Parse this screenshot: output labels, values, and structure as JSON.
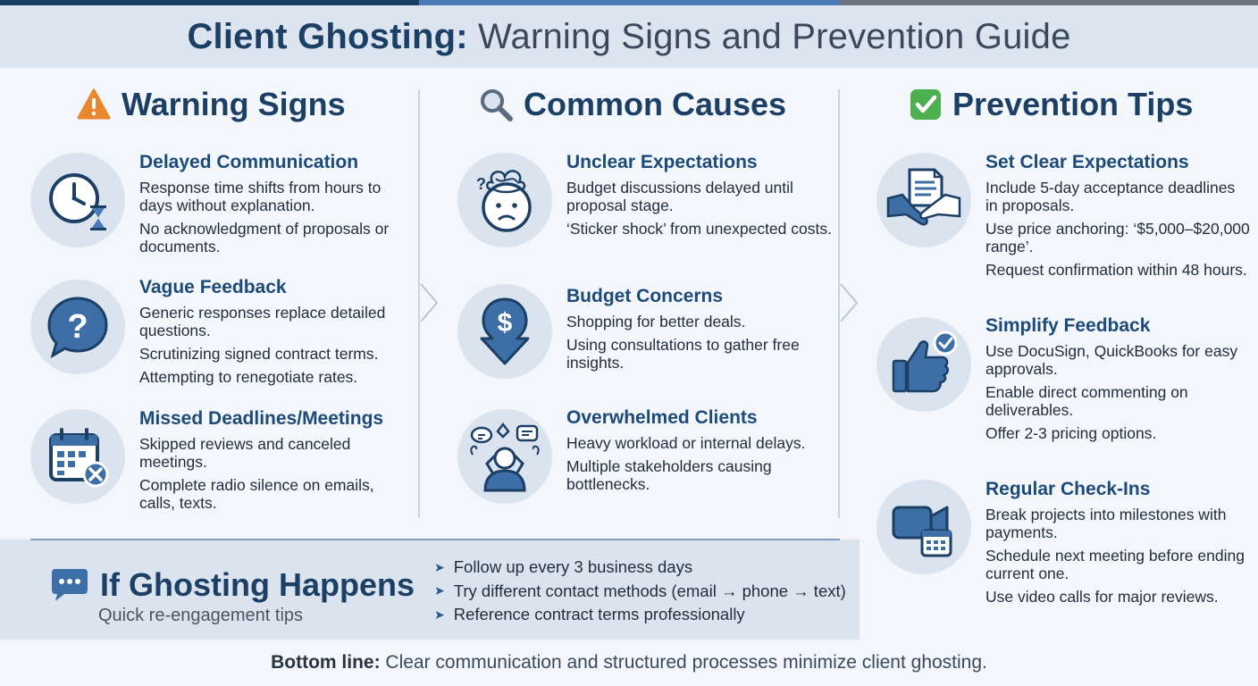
{
  "header": {
    "title_bold": "Client Ghosting:",
    "title_rest": " Warning Signs and Prevention Guide"
  },
  "colors": {
    "stripe": [
      "#1c3f66",
      "#4a7bb7",
      "#6b7480"
    ],
    "navy": "#1c3f66",
    "warning": "#e8872e",
    "check": "#4caf50"
  },
  "columns": [
    {
      "heading": "Warning Signs",
      "icon": "warning-icon",
      "items": [
        {
          "icon": "clock-hourglass-icon",
          "title": "Delayed Communication",
          "paras": [
            "Response time shifts from hours to days without explanation.",
            "No acknowledgment of proposals or documents."
          ]
        },
        {
          "icon": "question-bubble-icon",
          "title": "Vague Feedback",
          "paras": [
            "Generic responses replace detailed questions.",
            "Scrutinizing signed contract terms.",
            "Attempting to renegotiate rates."
          ]
        },
        {
          "icon": "calendar-cancel-icon",
          "title": "Missed Deadlines/Meetings",
          "paras": [
            "Skipped reviews and canceled meetings.",
            "Complete radio silence on emails, calls, texts."
          ]
        }
      ]
    },
    {
      "heading": "Common Causes",
      "icon": "magnifier-icon",
      "items": [
        {
          "icon": "confused-face-icon",
          "title": "Unclear Expectations",
          "paras": [
            "Budget discussions delayed until proposal stage.",
            "‘Sticker shock’ from unexpected costs."
          ]
        },
        {
          "icon": "dollar-down-icon",
          "title": "Budget Concerns",
          "paras": [
            "Shopping for better deals.",
            "Using consultations to gather free insights."
          ]
        },
        {
          "icon": "overwhelmed-person-icon",
          "title": "Overwhelmed Clients",
          "paras": [
            "Heavy workload or internal delays.",
            "Multiple stakeholders causing bottlenecks."
          ]
        }
      ]
    },
    {
      "heading": "Prevention Tips",
      "icon": "checkbox-icon",
      "items": [
        {
          "icon": "handshake-document-icon",
          "title": "Set Clear Expectations",
          "paras": [
            "Include 5-day acceptance deadlines in proposals.",
            "Use price anchoring: ‘$5,000–$20,000 range’.",
            "Request confirmation within 48 hours."
          ]
        },
        {
          "icon": "thumbs-up-icon",
          "title": "Simplify Feedback",
          "paras": [
            "Use DocuSign, QuickBooks for easy approvals.",
            "Enable direct commenting on deliverables.",
            "Offer 2-3 pricing options."
          ]
        },
        {
          "icon": "video-calendar-icon",
          "title": "Regular Check-Ins",
          "paras": [
            "Break projects into milestones with payments.",
            "Schedule next meeting before ending current one.",
            "Use video calls for major reviews."
          ]
        }
      ]
    }
  ],
  "ghosting": {
    "title": "If Ghosting Happens",
    "subtitle": "Quick re-engagement tips",
    "icon": "chat-bubble-icon",
    "tips": [
      "Follow up every 3 business days",
      "Try different contact methods (email → phone → text)",
      "Reference contract terms professionally"
    ]
  },
  "footer": {
    "bold": "Bottom line:",
    "text": " Clear communication and structured processes minimize client ghosting."
  }
}
